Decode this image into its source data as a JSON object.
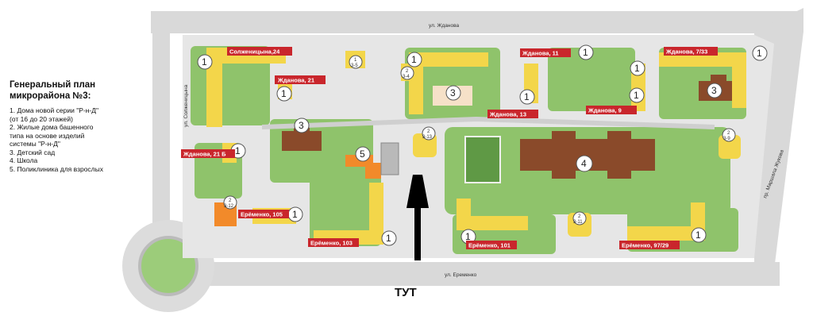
{
  "legend": {
    "title_line1": "Генеральный план",
    "title_line2": "микрорайона №3:",
    "items": [
      "1. Дома новой серии \"Р-н-Д\"",
      "(от 16 до 20 этажей)",
      "2. Жилые дома башенного",
      "типа на основе изделий",
      "системы \"Р-н-Д\"",
      "3. Детский сад",
      "4. Школа",
      "5. Поликлиника для взрослых"
    ]
  },
  "marker_label": "ТУТ",
  "streets": {
    "top": "ул. Жданова",
    "left": "ул. Солженицына",
    "bottom": "ул. Еременко",
    "right": "пр. Маршала Жукова"
  },
  "address_labels": [
    "Солженицына,24",
    "Жданова, 21",
    "Жданова, 21 Б",
    "Ерёменко, 105",
    "Ерёменко, 103",
    "Ерёменко, 101",
    "Ерёменко, 97/29",
    "Жданова, 11",
    "Жданова, 13",
    "Жданова, 9",
    "Жданова, 7/33"
  ],
  "number_markers": [
    "1",
    "1",
    "1",
    "1",
    "1",
    "1",
    "1",
    "1",
    "1",
    "1",
    "1",
    "1",
    "1",
    "3",
    "3",
    "3",
    "4",
    "5"
  ],
  "small_markers": [
    "1",
    "3-5",
    "2",
    "3-4",
    "2",
    "3-13",
    "2",
    "3-12",
    "2",
    "3-11",
    "2",
    "3-9"
  ],
  "colors": {
    "green": "#8fc36b",
    "dark_green": "#5f9945",
    "paving": "#d8d8d8",
    "building": "#f3d64a",
    "school": "#8a4a2a",
    "clinic": "#f28a2a",
    "label_bg": "#c9262c"
  }
}
